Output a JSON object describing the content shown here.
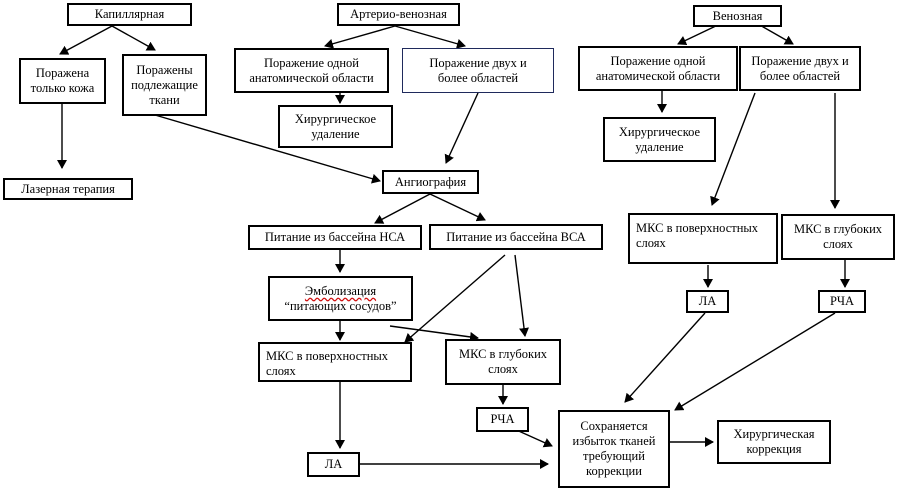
{
  "nodes": {
    "capillary": "Капиллярная",
    "artvenous": "Артерио-венозная",
    "venous": "Венозная",
    "skin_only": "Поражена\nтолько кожа",
    "underlying": "Поражены\nподлежащие\nткани",
    "laser": "Лазерная терапия",
    "av_one": "Поражение одной\nанатомической области",
    "av_two": "Поражение двух и\nболее областей",
    "av_surgery": "Хирургическое\nудаление",
    "v_one": "Поражение одной\nанатомической области",
    "v_two": "Поражение двух и\nболее областей",
    "v_surgery": "Хирургическое\nудаление",
    "angiography": "Ангиография",
    "nsa": "Питание из бассейна НСА",
    "vsa": "Питание из бассейна ВСА",
    "embol_1": "Эмболизация",
    "embol_2": "“питающих сосудов”",
    "mks_sup": "МКС в поверхностных\nслоях",
    "mks_deep": "МКС в глубоких\nслоях",
    "rcha_1": "РЧА",
    "la_1": "ЛА",
    "v_mks_sup": "МКС в поверхностных\nслоях",
    "v_mks_deep": "МКС в глубоких\nслоях",
    "v_la": "ЛА",
    "v_rcha": "РЧА",
    "excess": "Сохраняется\nизбыток тканей\nтребующий\nкоррекции",
    "surg_corr": "Хирургическая\nкоррекция"
  }
}
